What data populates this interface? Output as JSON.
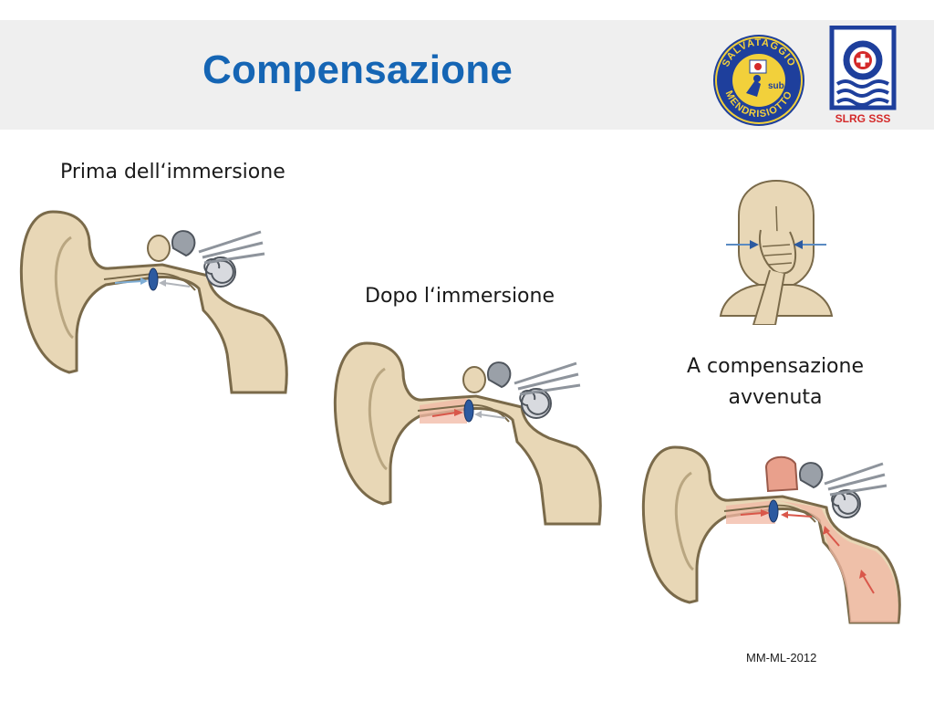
{
  "header": {
    "title": "Compensazione"
  },
  "logos": {
    "salvataggio_text_top": "SALVATAGGIO",
    "salvataggio_text_bottom": "MENDRISIOTTO",
    "salvataggio_sub": "sub",
    "slrg_text": "SLRG SSS"
  },
  "captions": {
    "before": "Prima dell‘immersione",
    "after": "Dopo l‘immersione",
    "equalized": "A compensazione avvenuta"
  },
  "footer": {
    "credit": "MM-ML-2012"
  },
  "colors": {
    "title": "#1565b4",
    "ear_skin": "#e8d7b6",
    "ear_outline": "#7a6a4a",
    "pressure": "#f2b8a4",
    "eardrum": "#2c5aa0"
  }
}
